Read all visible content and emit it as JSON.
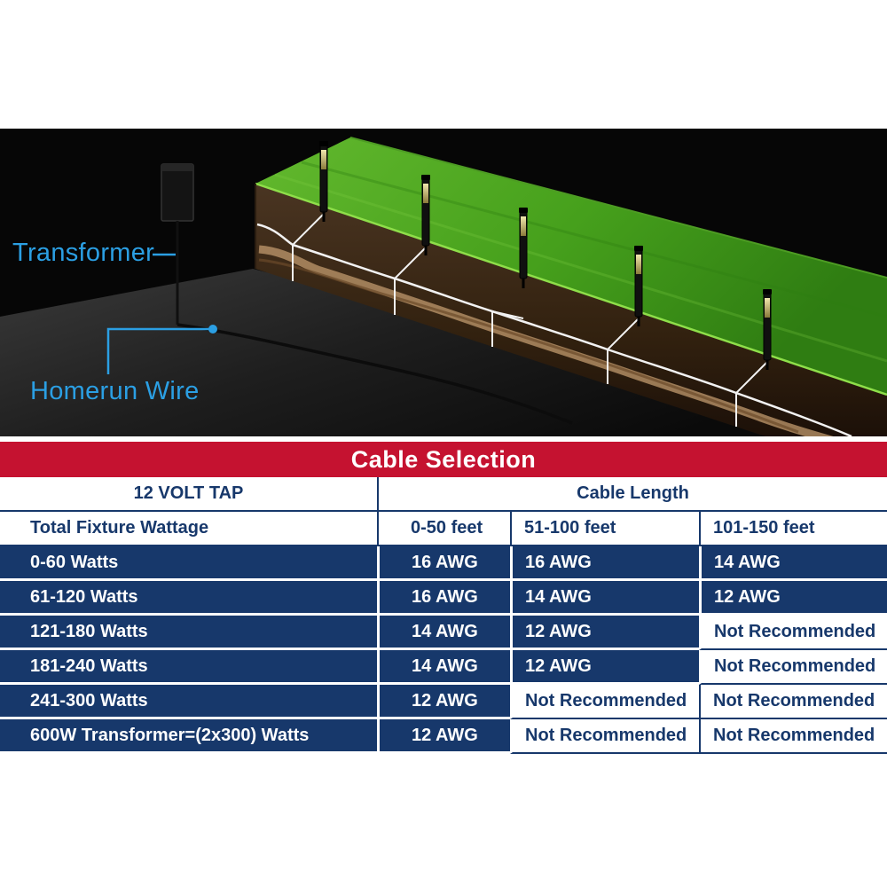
{
  "diagram": {
    "transformer_label": "Transformer",
    "homerun_label": "Homerun Wire"
  },
  "table": {
    "title": "Cable Selection",
    "tap_header": "12 VOLT TAP",
    "cable_length_header": "Cable Length",
    "subheader": {
      "c0": "Total Fixture Wattage",
      "c1": "0-50 feet",
      "c2": "51-100 feet",
      "c3": "101-150 feet"
    },
    "rows": [
      {
        "c0": "0-60 Watts",
        "c1": "16 AWG",
        "c2": "16 AWG",
        "c3": "14 AWG"
      },
      {
        "c0": "61-120 Watts",
        "c1": "16 AWG",
        "c2": "14 AWG",
        "c3": "12 AWG"
      },
      {
        "c0": "121-180 Watts",
        "c1": "14 AWG",
        "c2": "12 AWG",
        "c3": "Not Recommended"
      },
      {
        "c0": "181-240 Watts",
        "c1": "14 AWG",
        "c2": "12 AWG",
        "c3": "Not Recommended"
      },
      {
        "c0": "241-300 Watts",
        "c1": "12 AWG",
        "c2": "Not Recommended",
        "c3": "Not Recommended"
      },
      {
        "c0": "600W Transformer=(2x300) Watts",
        "c1": "12 AWG",
        "c2": "Not Recommended",
        "c3": "Not Recommended"
      }
    ]
  },
  "colors": {
    "header_red": "#C51230",
    "navy": "#17386B",
    "label_blue": "#2B9FE3",
    "grass_green": "#4FA824",
    "soil_brown": "#3A2A1C"
  }
}
